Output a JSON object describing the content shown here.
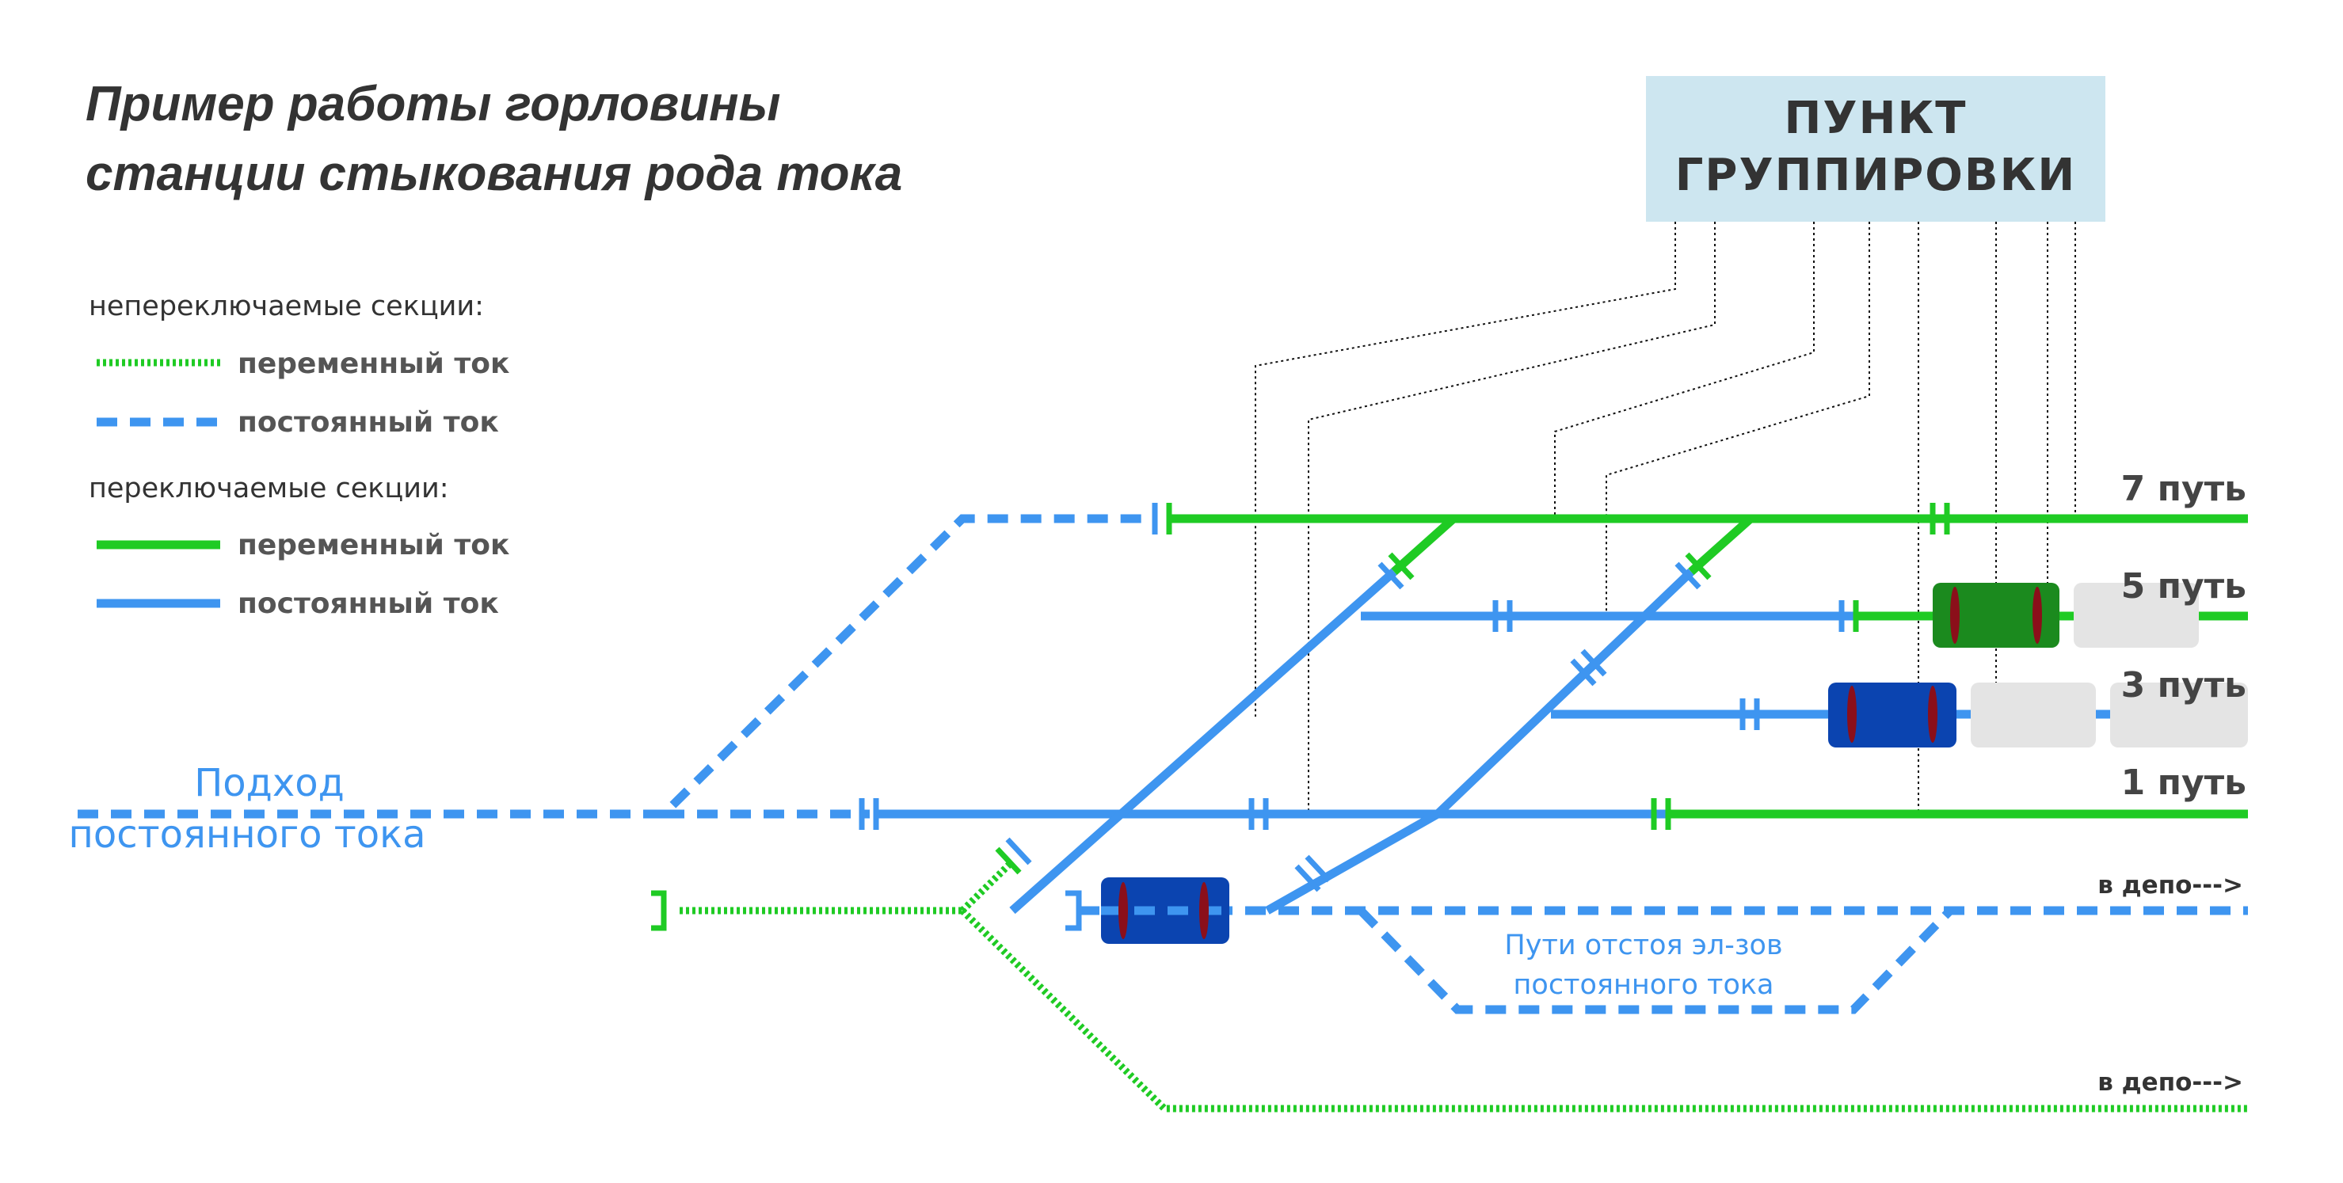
{
  "title": {
    "line1": "Пример работы горловины",
    "line2": "станции стыкования рода тока"
  },
  "legend": {
    "nonswitchable_heading": "непереключаемые секции:",
    "switchable_heading": "переключаемые секции:",
    "ac_label": "переменный ток",
    "dc_label": "постоянный ток"
  },
  "grouping_point": {
    "line1": "ПУНКТ",
    "line2": "ГРУППИРОВКИ"
  },
  "tracks": {
    "t7": "7 путь",
    "t5": "5 путь",
    "t3": "3 путь",
    "t1": "1 путь"
  },
  "approach": {
    "line1": "Подход",
    "line2": "постоянного тока"
  },
  "yard": {
    "line1": "Пути отстоя эл-зов",
    "line2": "постоянного тока"
  },
  "depot": {
    "upper": "в депо--->",
    "lower": "в депо--->"
  },
  "colors": {
    "ac": "#1fcb24",
    "dc": "#3e95f0",
    "grouping_box": "#cde6f0",
    "train_ac": "#1b8a1e",
    "train_dc": "#0b44b0",
    "pantograph": "#8b0f1a",
    "idle_train": "#e4e4e4"
  },
  "icons": [
    "section-insulator-icon",
    "buffer-stop-icon",
    "pantograph-icon"
  ]
}
